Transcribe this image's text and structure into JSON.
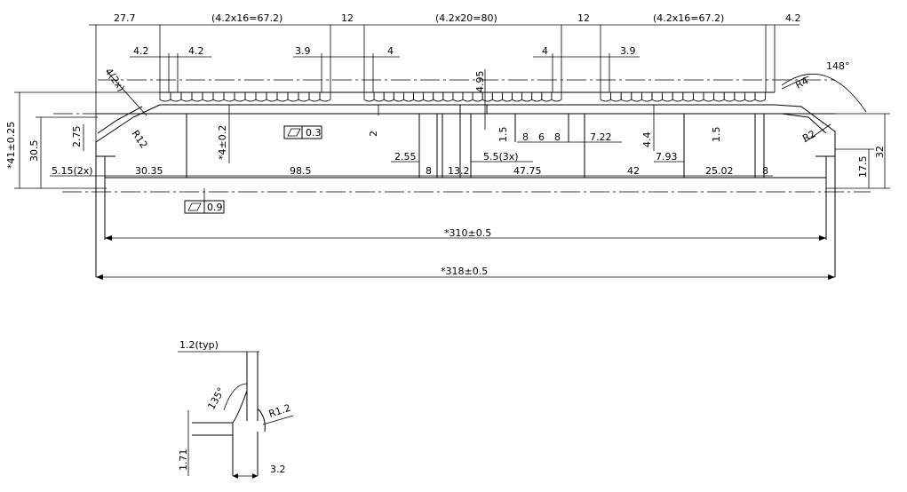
{
  "drawing": {
    "top_dims": {
      "d1": "27.7",
      "d2": "(4.2x16=67.2)",
      "d3": "12",
      "d4": "(4.2x20=80)",
      "d5": "12",
      "d6": "(4.2x16=67.2)",
      "d7": "4.2"
    },
    "second_dims": {
      "a": "4.2",
      "b": "4.2",
      "c": "3.9",
      "d": "4",
      "e": "4",
      "f": "3.9"
    },
    "angles": {
      "left_chamfer": "4(2x)",
      "right_angle": "148°"
    },
    "radii": {
      "r4": "R4",
      "r2": "R2",
      "r12": "R12",
      "r12_detail": "R1.2"
    },
    "heights": {
      "h41": "*41±0.25",
      "h305": "30.5",
      "h275": "2.75",
      "h4": "*4±0.2",
      "h2": "2",
      "h495": "4.95",
      "h15a": "1.5",
      "h44": "4.4",
      "h15b": "1.5",
      "h32": "32",
      "h175": "17.5"
    },
    "flatness": {
      "f1": "0.3",
      "f2": "0.9"
    },
    "inner_dims": {
      "i8a": "8",
      "i6": "6",
      "i8b": "8",
      "i722": "7.22",
      "i255": "2.55",
      "i55": "5.5(3x)",
      "i793": "7.93"
    },
    "bottom_dims": {
      "b1": "5.15(2x)",
      "b2": "30.35",
      "b3": "98.5",
      "b4": "8",
      "b5": "13.2",
      "b6": "47.75",
      "b7": "42",
      "b8": "25.02",
      "b9": "8"
    },
    "overall": {
      "w310": "*310±0.5",
      "w318": "*318±0.5"
    },
    "detail": {
      "typ": "1.2(typ)",
      "angle": "135°",
      "h171": "1.71",
      "w32": "3.2"
    }
  }
}
